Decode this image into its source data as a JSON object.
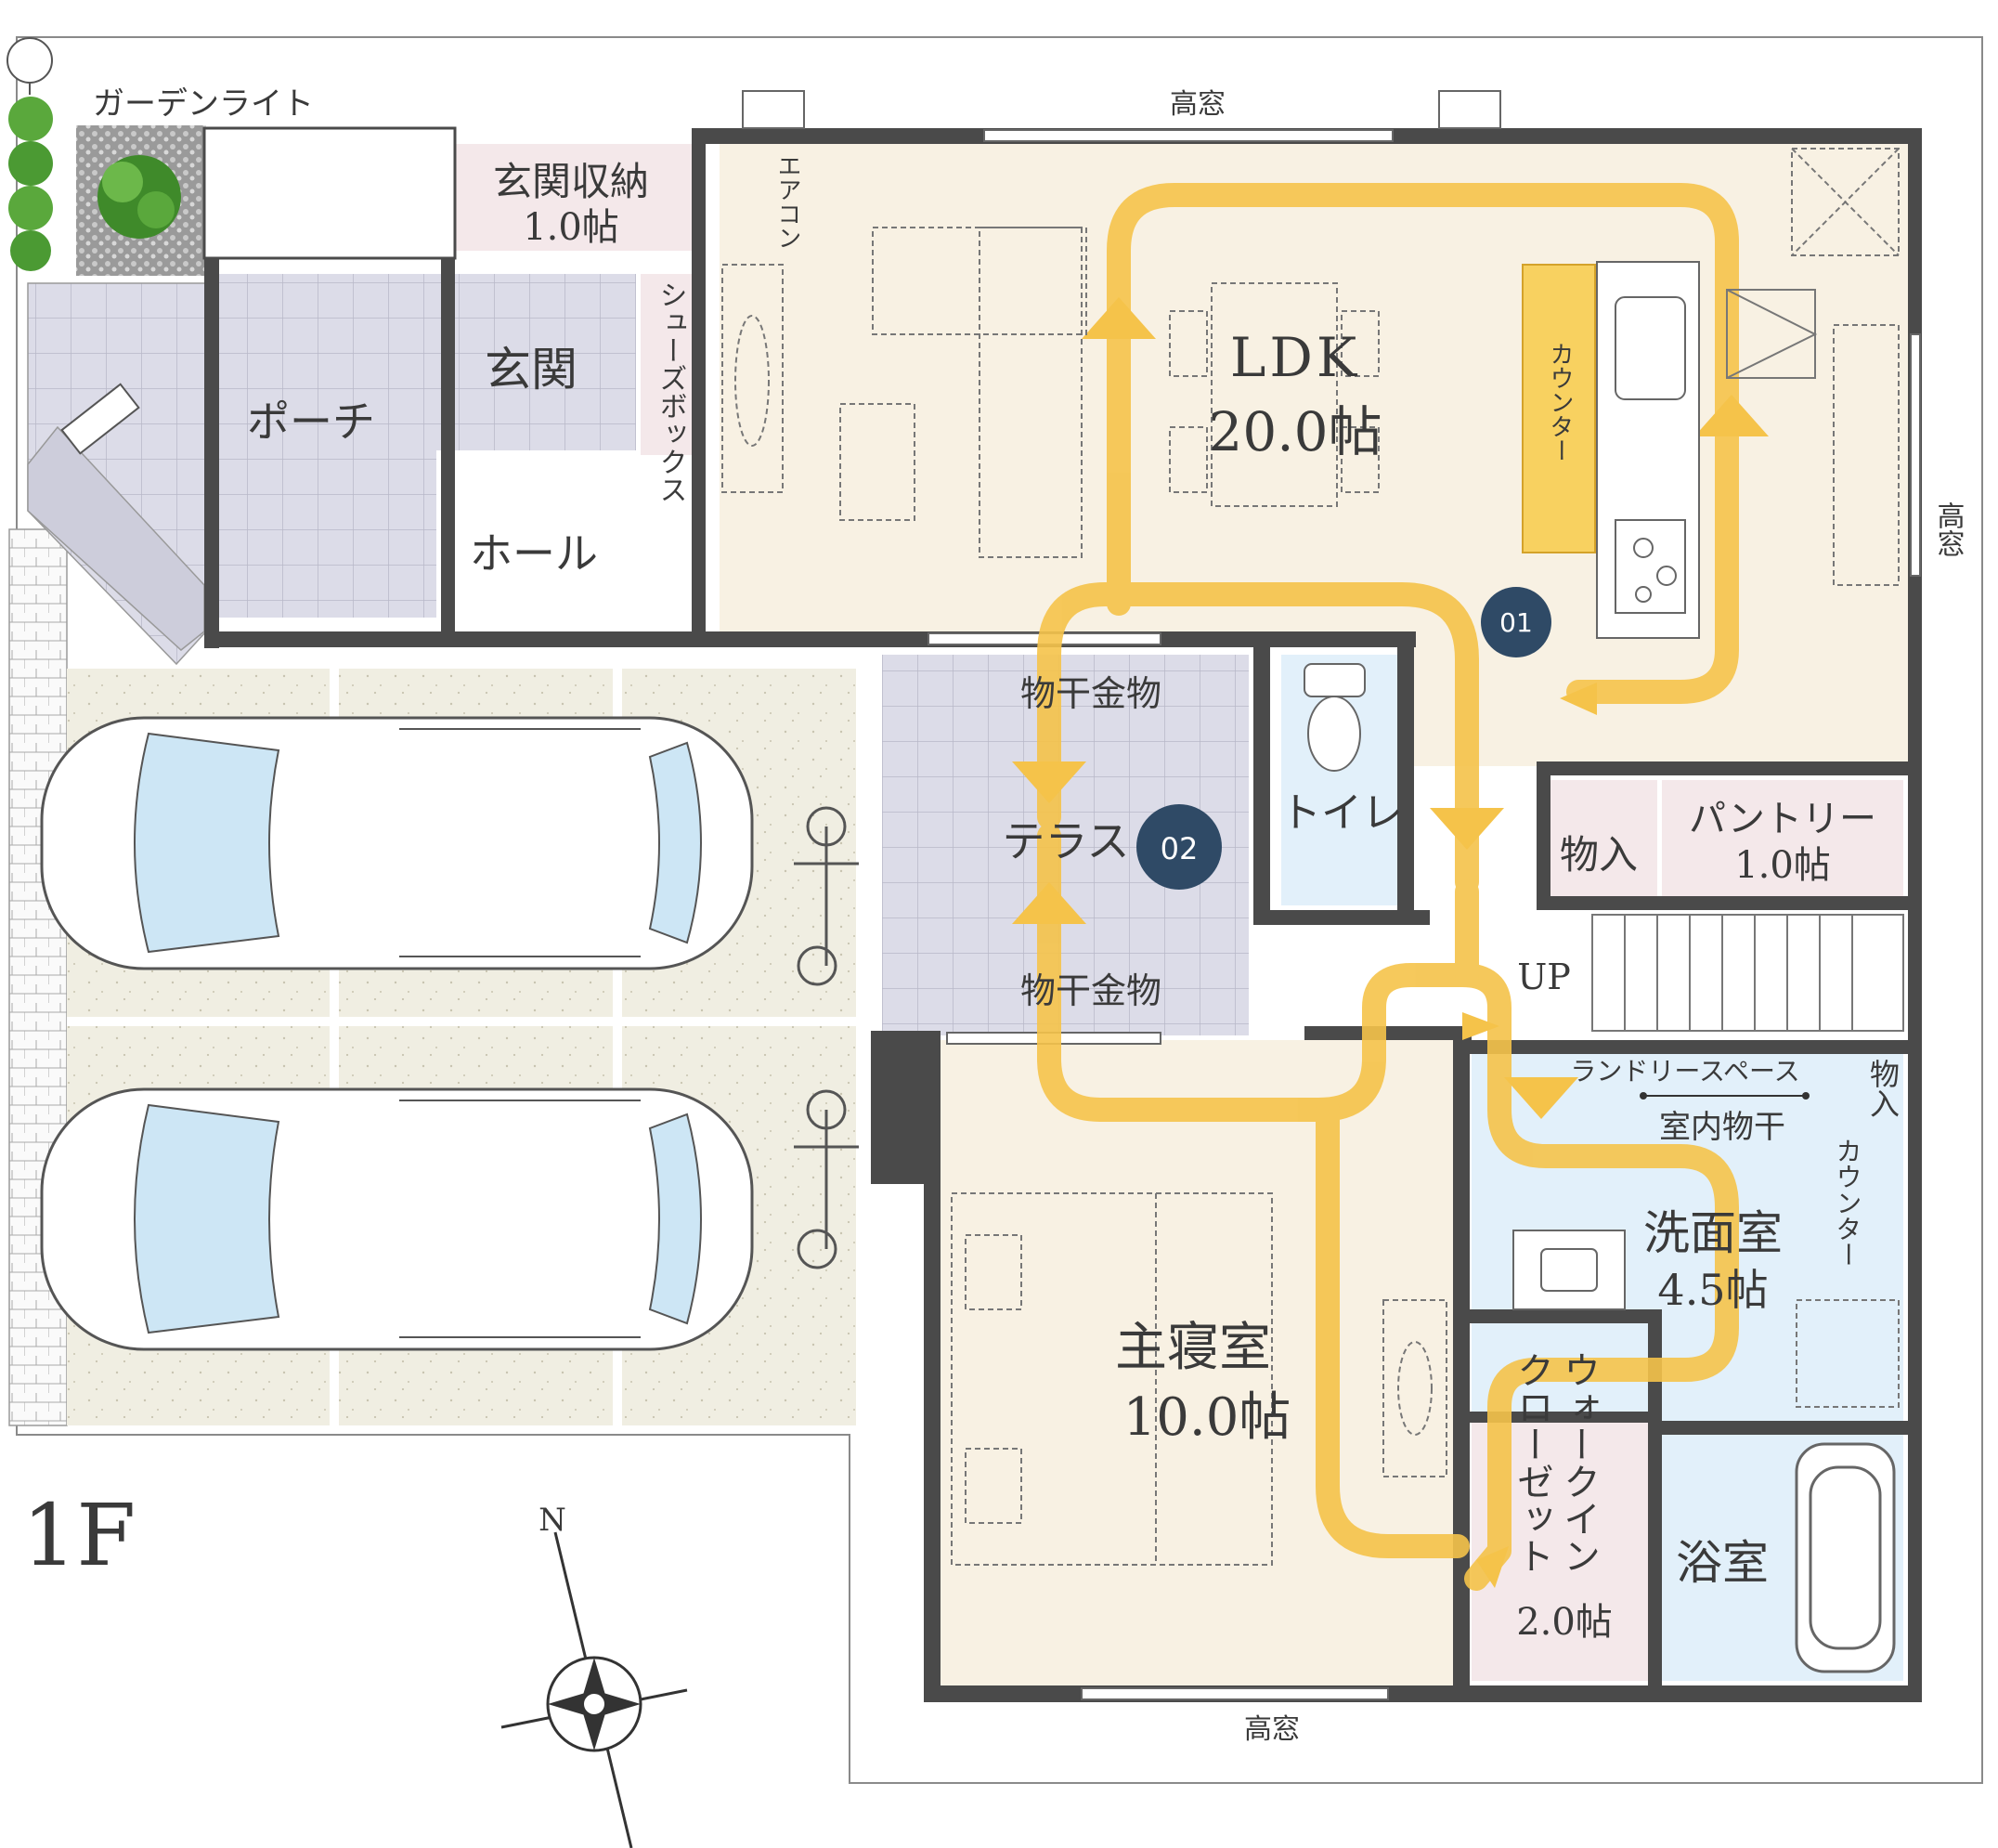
{
  "floor": "1F",
  "compass": {
    "north": "N"
  },
  "labels": {
    "garden_light": "ガーデンライト",
    "high_window_top": "高窓",
    "high_window_right": "高窓",
    "high_window_bottom": "高窓",
    "aircon": "エアコン",
    "entrance_storage": "玄関収納",
    "entrance_storage_size": "1.0帖",
    "entrance": "玄関",
    "porch": "ポーチ",
    "shoe_box": "シューズボックス",
    "hall": "ホール",
    "ldk": "LDK",
    "ldk_size": "20.0帖",
    "counter_kitchen": "カウンター",
    "marker_01": "01",
    "marker_02": "02",
    "drying_rail_top": "物干金物",
    "terrace": "テラス",
    "drying_rail_bottom": "物干金物",
    "toilet": "トイレ",
    "storage_small": "物入",
    "pantry": "パントリー",
    "pantry_size": "1.0帖",
    "up": "UP",
    "laundry_space": "ランドリースペース",
    "indoor_drying": "室内物干",
    "storage_laundry": "物入",
    "counter_wash": "カウンター",
    "washroom": "洗面室",
    "washroom_size": "4.5帖",
    "master_bedroom": "主寝室",
    "master_bedroom_size": "10.0帖",
    "walk_in_closet": "ウォークイン",
    "walk_in_closet_2": "クローゼット",
    "walk_in_closet_size": "2.0帖",
    "bathroom": "浴室"
  },
  "colors": {
    "wall": "#4a4a4a",
    "ldk_floor": "#f8f1e3",
    "tile_floor": "#dcdce8",
    "storage_floor": "#f4e8ea",
    "water_floor": "#e2f0fa",
    "parking": "#f0eee2",
    "flow_line": "#f5c34a",
    "marker": "#2f4a66",
    "counter": "#f8d160"
  }
}
